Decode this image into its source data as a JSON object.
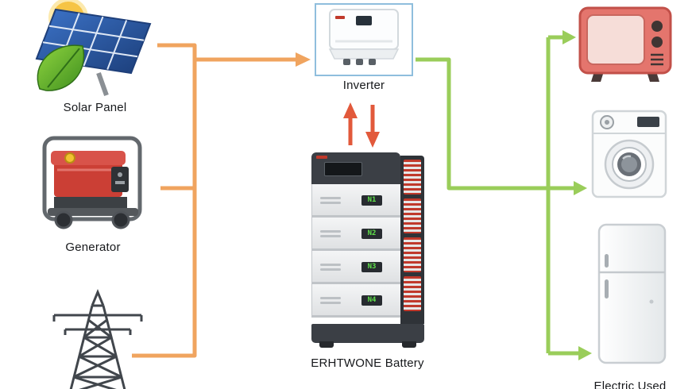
{
  "diagram": {
    "nodes": {
      "solar_panel": {
        "label": "Solar Panel",
        "icon": "solar-panel-icon"
      },
      "generator": {
        "label": "Generator",
        "icon": "generator-icon"
      },
      "power_tower": {
        "icon": "transmission-tower-icon"
      },
      "inverter": {
        "label": "Inverter",
        "icon": "inverter-icon"
      },
      "battery": {
        "label": "ERHTWONE Battery",
        "icon": "battery-stack-icon",
        "modules": [
          "N1",
          "N2",
          "N3",
          "N4"
        ]
      },
      "tv": {
        "icon": "tv-icon"
      },
      "washing_machine": {
        "icon": "washing-machine-icon"
      },
      "refrigerator": {
        "icon": "refrigerator-icon"
      },
      "load": {
        "label": "Electric Used"
      }
    },
    "colors": {
      "source_arrow": "#F0A45F",
      "battery_arrow": "#E2593B",
      "load_arrow": "#9ACD5A",
      "inverter_box_border": "#8FBEDD"
    }
  }
}
